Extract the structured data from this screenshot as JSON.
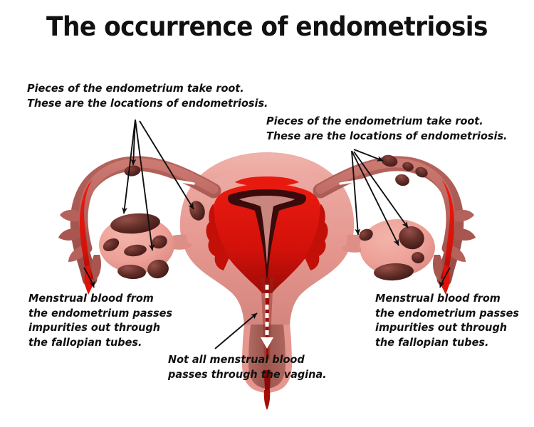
{
  "title": "The occurrence of endometriosis",
  "labels": {
    "top_left": "Pieces of the endometrium take root.\nThese are the locations of endometriosis.",
    "top_right": "Pieces of the endometrium take root.\nThese are the locations of endometriosis.",
    "bottom_left": "Menstrual blood from\nthe endometrium passes\nimpurities out through\nthe fallopian tubes.",
    "bottom_right": "Menstrual blood from\nthe endometrium passes\nimpurities out through\nthe fallopian tubes.",
    "bottom_center": "Not all menstrual blood\npasses through the vagina."
  },
  "anatomy": {
    "uterus_body": "uterus-body",
    "endometrium": "endometrium-lining",
    "uterine_cavity": "uterine-cavity",
    "cervix": "cervix",
    "vagina": "vagina",
    "left_fallopian_tube": "left-fallopian-tube",
    "right_fallopian_tube": "right-fallopian-tube",
    "left_ovary": "left-ovary",
    "right_ovary": "right-ovary",
    "left_fimbriae": "left-fimbriae",
    "right_fimbriae": "right-fimbriae",
    "lesions": "endometriosis-lesions",
    "blood_flow": "menstrual-blood-flow"
  },
  "colors": {
    "background": "#ffffff",
    "title_text": "#111111",
    "label_text": "#111111",
    "uterus_pink": "#e2928c",
    "uterus_pink_light": "#eda9a1",
    "uterus_pink_dark": "#c87d78",
    "tube_rose": "#bf6f68",
    "tube_rose_dark": "#a85a55",
    "ovary_pink": "#eda49a",
    "ovary_pink_dark": "#d98a80",
    "lesion_maroon": "#5c2626",
    "lesion_maroon_light": "#7e3a35",
    "endometrium_red": "#e0160d",
    "endometrium_red_dark": "#a80e08",
    "cavity_outline": "#3d0c0c",
    "cavity_fill": "#c9867f",
    "blood_bright": "#ec1309",
    "blood_dark": "#8d0b06",
    "canal_rose": "#a35a52",
    "flow_arrow": "#ffffff",
    "pointer_arrow": "#111111"
  }
}
